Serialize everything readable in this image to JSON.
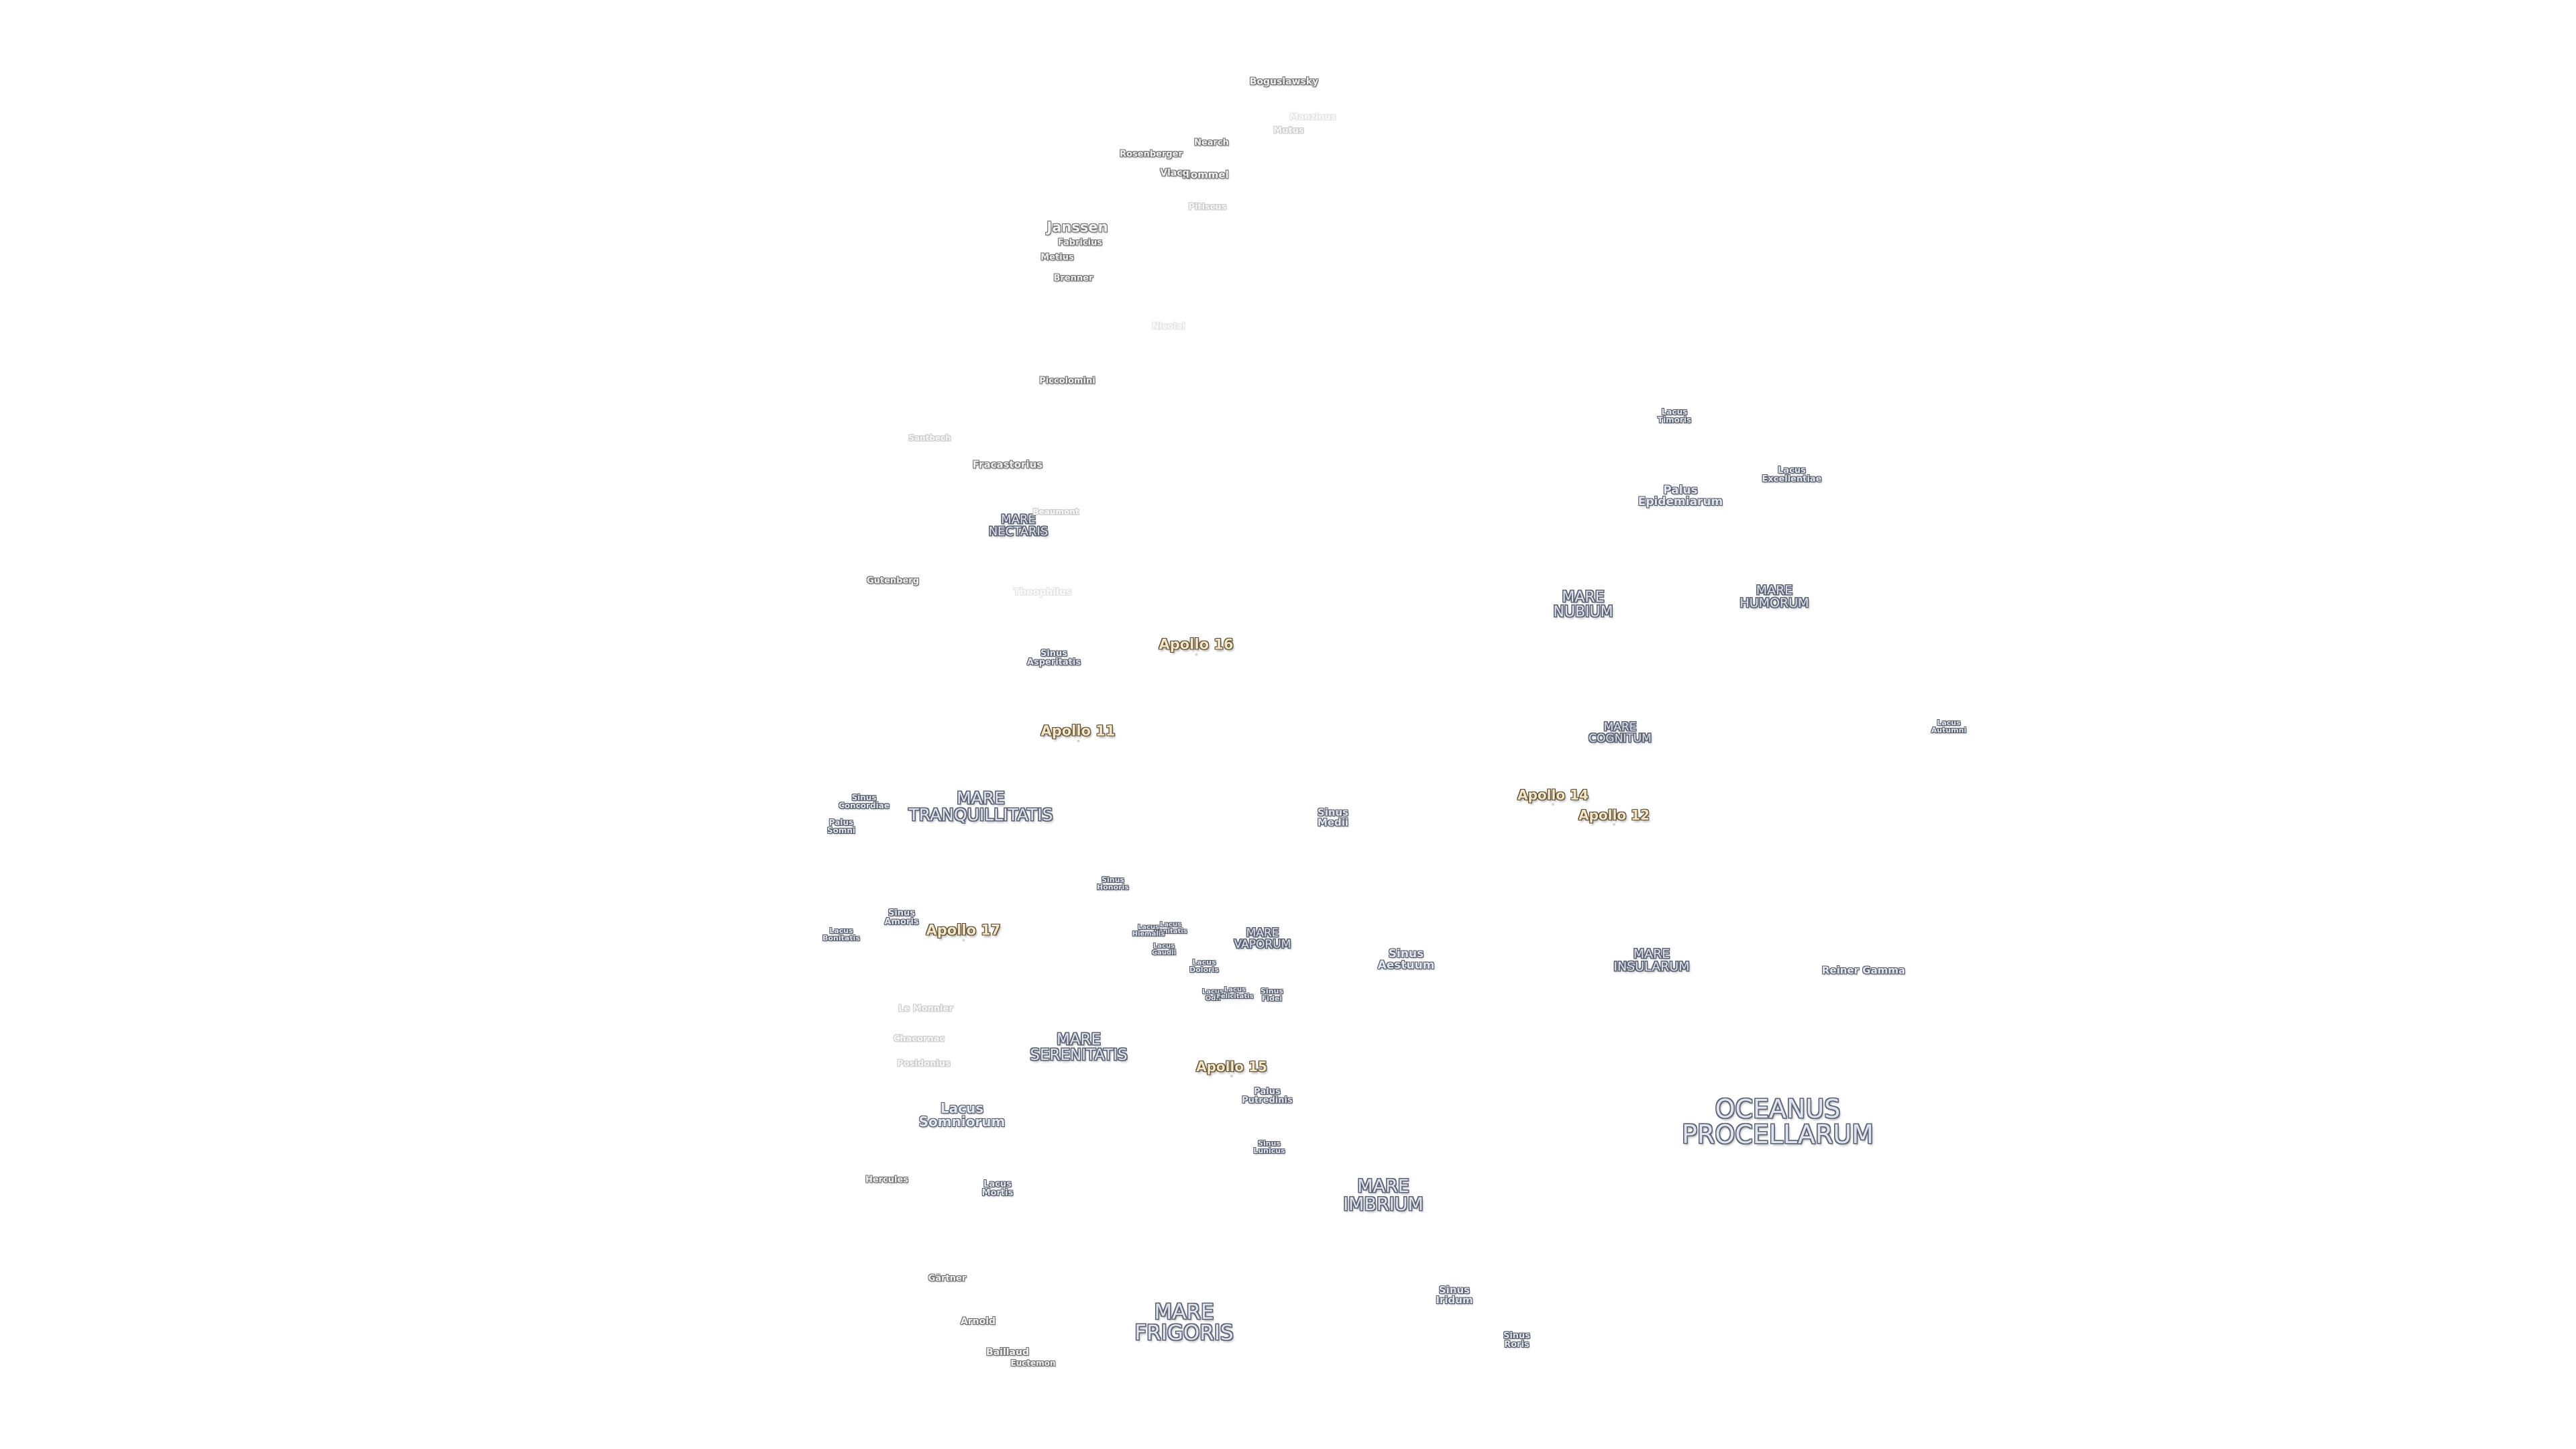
{
  "colors": {
    "background": "#ffffff",
    "sea_fill": "#dfe4ee",
    "sea_outline": "#5b6272",
    "apollo_fill": "#f3e6c8",
    "apollo_outline": "#5a4a2e",
    "crater_fill": "#f2f2f2",
    "crater_outline": "#6b6b6b"
  },
  "seas": {
    "oceanus_procellarum": "OCEANUS\nPROCELLARUM",
    "mare_frigoris": "MARE\nFRIGORIS",
    "mare_imbrium": "MARE\nIMBRIUM",
    "mare_serenitatis": "MARE\nSERENITATIS",
    "mare_tranquillitatis": "MARE\nTRANQUILLITATIS",
    "mare_nubium": "MARE\nNUBIUM",
    "mare_humorum": "MARE\nHUMORUM",
    "mare_cognitum": "MARE\nCOGNITUM",
    "mare_insularum": "MARE\nINSULARUM",
    "mare_vaporum": "MARE\nVAPORUM",
    "mare_nectaris": "MARE\nNECTARIS"
  },
  "minor_features": {
    "lacus_somniorum": "Lacus\nSomniorum",
    "sinus_aestuum": "Sinus\nAestuum",
    "palus_epidemiarum": "Palus\nEpidemiarum",
    "lacus_timoris": "Lacus\nTimoris",
    "lacus_excellentiae": "Lacus\nExcellentiae",
    "lacus_autumni": "Lacus\nAutumni",
    "sinus_medii": "Sinus\nMedii",
    "sinus_asperitatis": "Sinus\nAsperitatis",
    "sinus_concordiae": "Sinus\nConcordiae",
    "palus_somni": "Palus\nSomni",
    "lacus_bonitatis": "Lacus\nBonitatis",
    "sinus_amoris": "Sinus\nAmoris",
    "sinus_honoris": "Sinus\nHonoris",
    "lacus_lenitatis": "Lacus\nLenitatis",
    "lacus_hiemalis": "Lacus\nHiemalis",
    "lacus_gaudii": "Lacus\nGaudii",
    "lacus_doloris": "Lacus\nDoloris",
    "lacus_odii": "Lacus\nOdii",
    "lacus_felicitatis": "Lacus\nFelicitatis",
    "sinus_fidei": "Sinus\nFidei",
    "palus_putredinis": "Palus\nPutredinis",
    "sinus_lunicus": "Sinus\nLunicus",
    "lacus_mortis": "Lacus\nMortis",
    "sinus_iridum": "Sinus\nIridum",
    "sinus_roris": "Sinus\nRoris",
    "reiner_gamma": "Reiner Gamma"
  },
  "apollo_sites": {
    "apollo_11": "Apollo 11",
    "apollo_12": "Apollo 12",
    "apollo_14": "Apollo 14",
    "apollo_15": "Apollo 15",
    "apollo_16": "Apollo 16",
    "apollo_17": "Apollo 17"
  },
  "craters": {
    "boguslawsky": "Boguslawsky",
    "manzinus": "Manzinus",
    "mutus": "Mutus",
    "rosenberger": "Rosenberger",
    "hommel": "Hommel",
    "nearch": "Nearch",
    "vlacq": "Vlacq",
    "pitiscus": "Pitiscus",
    "janssen": "Janssen",
    "fabricius": "Fabricius",
    "metius": "Metius",
    "brenner": "Brenner",
    "nicolai": "Nicolai",
    "piccolomini": "Piccolomini",
    "santbech": "Santbech",
    "fracastorius": "Fracastorius",
    "beaumont": "Beaumont",
    "gutenberg": "Gutenberg",
    "theophilus": "Theophilus",
    "le_monnier": "Le Monnier",
    "chacornac": "Chacornac",
    "posidonius": "Posidonius",
    "hercules": "Hercules",
    "gartner": "Gärtner",
    "arnold": "Arnold",
    "baillaud": "Baillaud",
    "euctemon": "Euctemon"
  }
}
